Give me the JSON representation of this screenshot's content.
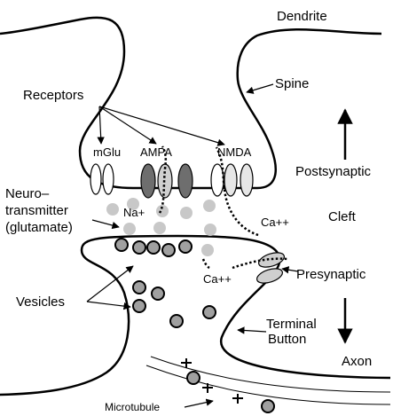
{
  "labels": {
    "dendrite": "Dendrite",
    "spine": "Spine",
    "receptors": "Receptors",
    "mglu": "mGlu",
    "ampa": "AMPA",
    "nmda": "NMDA",
    "postsynaptic": "Postsynaptic",
    "neurotransmitter_line1": "Neuro–",
    "neurotransmitter_line2": "transmitter",
    "neurotransmitter_line3": "(glutamate)",
    "na_ion": "Na+",
    "ca_ion_post": "Ca++",
    "cleft": "Cleft",
    "ca_ion_pre": "Ca++",
    "presynaptic": "Presynaptic",
    "vesicles": "Vesicles",
    "terminal_button_line1": "Terminal",
    "terminal_button_line2": "Button",
    "axon": "Axon",
    "microtubule": "Microtubule"
  },
  "colors": {
    "line": "#000000",
    "neurotransmitter": "#c8c8c8",
    "vesicle_fill": "#a0a0a0",
    "ampa_dark": "#6e6e6e",
    "ampa_light": "#d0d0d0",
    "nmda_light": "#e6e6e6",
    "channel_fill": "#cfcfcf"
  }
}
